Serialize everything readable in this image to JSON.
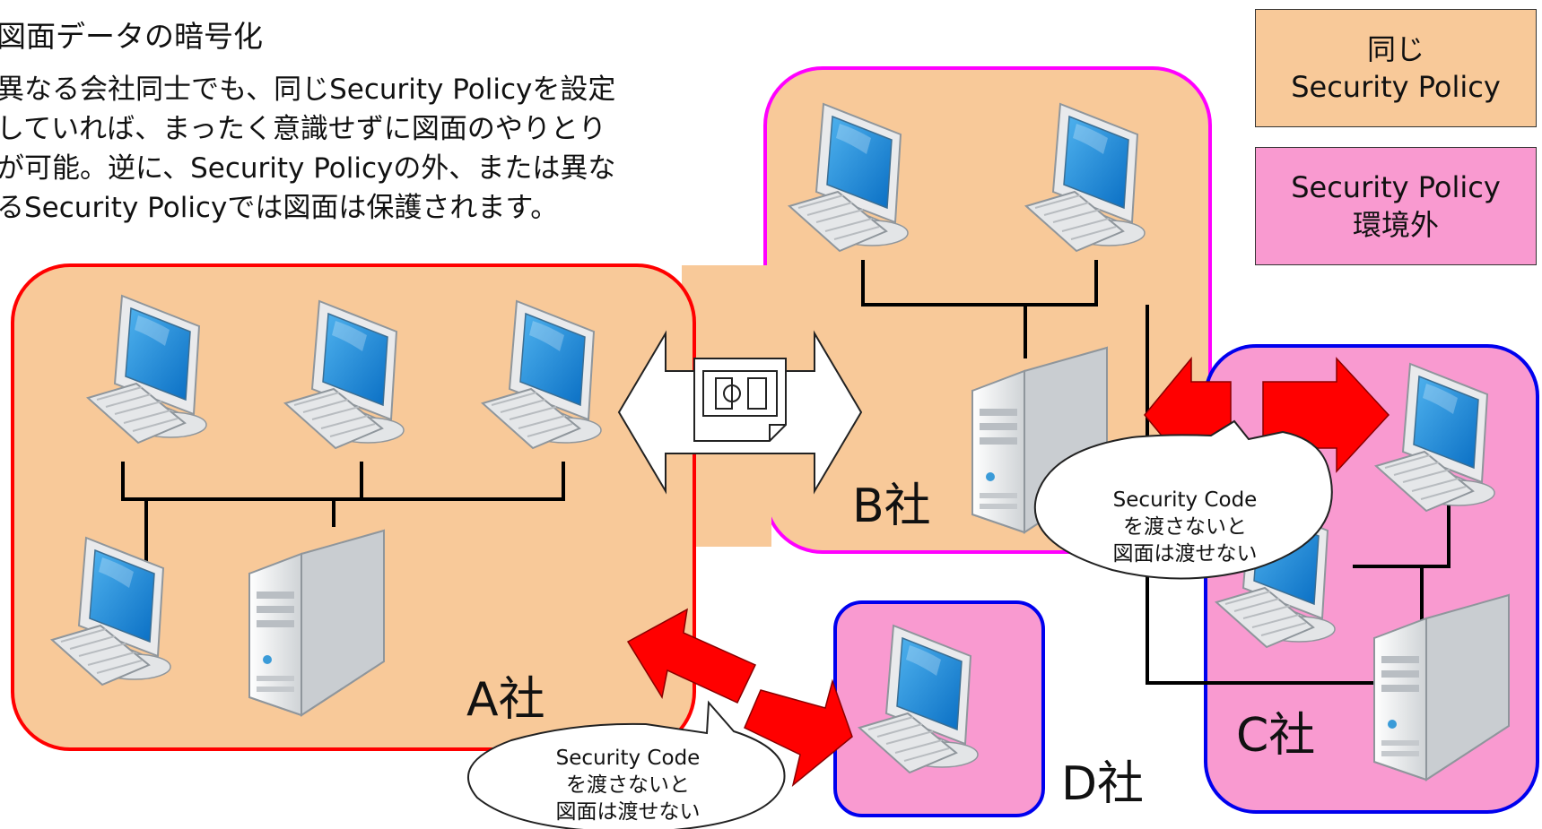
{
  "title": "図面データの暗号化",
  "description": [
    "異なる会社同士でも、同じSecurity Policyを設定",
    "していれば、まったく意識せずに図面のやりとり",
    "が可能。逆に、Security Policyの外、または異な",
    "るSecurity Policyでは図面は保護されます。"
  ],
  "legend": {
    "same_line1": "同じ",
    "same_line2": "Security Policy",
    "outside_line1": "Security Policy",
    "outside_line2": "環境外"
  },
  "companies": {
    "a": "A社",
    "b": "B社",
    "c": "C社",
    "d": "D社"
  },
  "callouts": {
    "bc": [
      "Security Code",
      "を渡さないと",
      "図面は渡せない"
    ],
    "ad": [
      "Security Code",
      "を渡さないと",
      "図面は渡せない"
    ]
  },
  "colors": {
    "same_policy_fill": "#f8c999",
    "outside_policy_fill": "#f99ad0",
    "company_a_border": "#ff0000",
    "company_b_border": "#ff00ff",
    "company_cd_border": "#0000ee",
    "blocked_arrow": "#ff0000"
  },
  "icons": [
    "desktop-computer-icon",
    "tower-server-icon",
    "drawing-document-icon"
  ]
}
